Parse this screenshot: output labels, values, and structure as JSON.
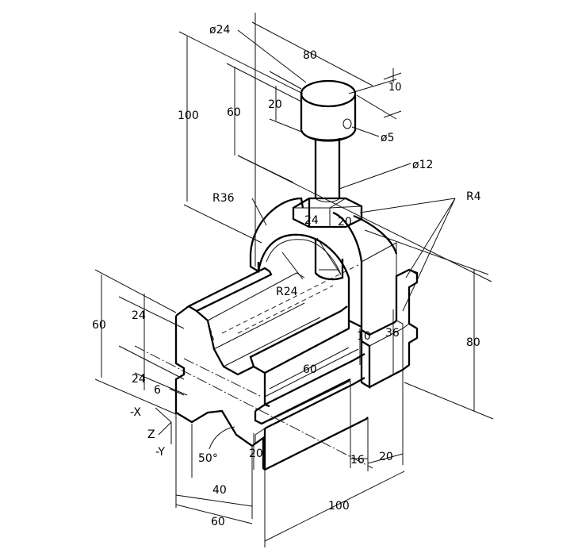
{
  "diagram": {
    "dimensions": {
      "dia24": "ø24",
      "d80_top": "80",
      "d10_top": "10",
      "d20_cap": "20",
      "d60_left": "60",
      "d100_left": "100",
      "dia5": "ø5",
      "dia12": "ø12",
      "r36": "R36",
      "r4": "R4",
      "d24_block": "24",
      "d20_block": "20",
      "r24": "R24",
      "d10_mid": "10",
      "d36": "36",
      "d80_right": "80",
      "d60_far_left": "60",
      "d24_a": "24",
      "d24_b": "24",
      "d6": "6",
      "d60_center": "60",
      "d50deg": "50°",
      "d20_low": "20",
      "d16": "16",
      "d20_right": "20",
      "d40": "40",
      "d60_bottom": "60",
      "d100_bottom": "100"
    },
    "axes": {
      "neg_x": "-X",
      "z": "Z",
      "neg_y": "-Y"
    }
  }
}
